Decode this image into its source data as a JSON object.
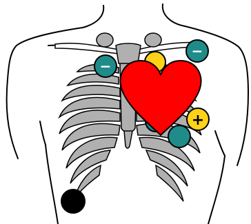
{
  "figure": {
    "subject": "chest",
    "background": "#ffffff",
    "outline_color": "#000000",
    "rib_color": "#b0b0b0"
  },
  "heart": {
    "icon": "heart-icon",
    "color": "#ff0000"
  },
  "electrodes": {
    "colors": {
      "teal": "#1f8c8a",
      "yellow": "#ffd21a",
      "black": "#000000"
    },
    "items": [
      {
        "id": "upper-right-negative",
        "color": "teal",
        "symbol": "−"
      },
      {
        "id": "upper-center-yellow",
        "color": "yellow",
        "symbol": ""
      },
      {
        "id": "upper-left-negative",
        "color": "teal",
        "symbol": "−"
      },
      {
        "id": "lower-right-positive",
        "color": "yellow",
        "symbol": "+"
      },
      {
        "id": "lower-center",
        "color": "teal",
        "symbol": ""
      },
      {
        "id": "hidden-behind-heart",
        "color": "teal",
        "symbol": ""
      },
      {
        "id": "ground",
        "color": "black",
        "symbol": ""
      }
    ]
  }
}
